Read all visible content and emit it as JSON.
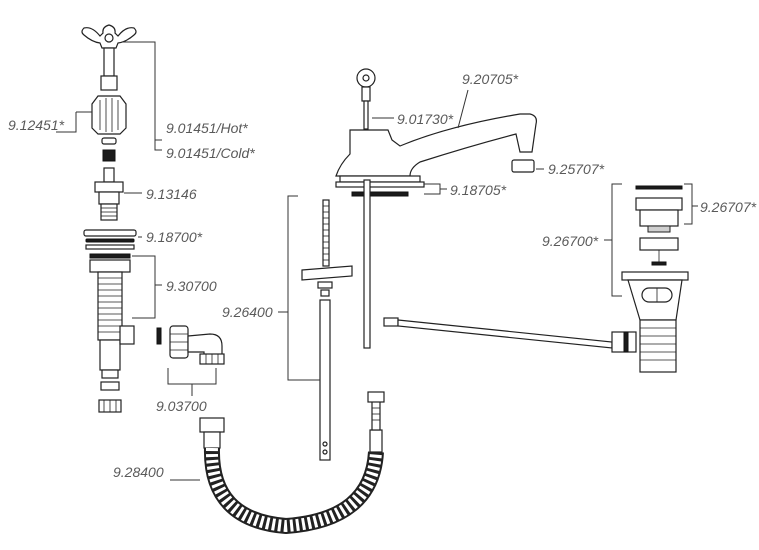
{
  "labels": {
    "p_912451": "9.12451*",
    "p_901451_hot": "9.01451/Hot*",
    "p_901451_cold": "9.01451/Cold*",
    "p_913146": "9.13146",
    "p_918700": "9.18700*",
    "p_930700": "9.30700",
    "p_903700": "9.03700",
    "p_928400": "9.28400",
    "p_926400": "9.26400",
    "p_901730": "9.01730*",
    "p_920705": "9.20705*",
    "p_925707": "9.25707*",
    "p_918705": "9.18705*",
    "p_926707": "9.26707*",
    "p_926700": "9.26700*"
  }
}
